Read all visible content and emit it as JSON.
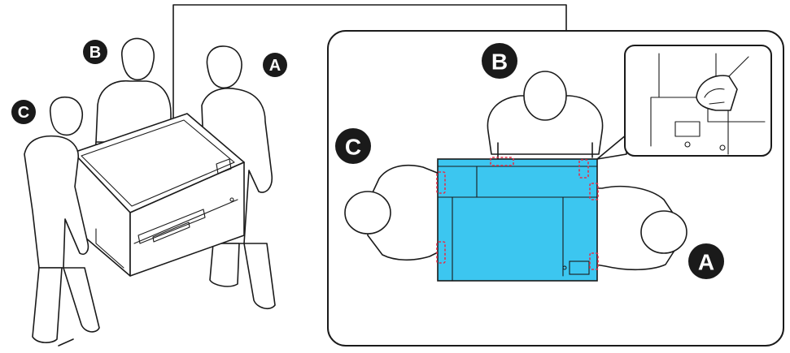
{
  "colors": {
    "printer_top": "#3cc6f0",
    "grip_marker": "#e0324b",
    "outline": "#1a1a1a",
    "badge": "#1a1a1a"
  },
  "left_scene": {
    "labels": {
      "person_a": "A",
      "person_b": "B",
      "person_c": "C"
    }
  },
  "top_view": {
    "labels": {
      "person_a": "A",
      "person_b": "B",
      "person_c": "C"
    }
  },
  "grip_points": [
    {
      "position": "top-rear-b"
    },
    {
      "position": "top-right-b"
    },
    {
      "position": "right-upper-a"
    },
    {
      "position": "right-lower-a"
    },
    {
      "position": "left-upper-c"
    },
    {
      "position": "left-lower-c"
    }
  ],
  "icons": {
    "badge": "letter-circle-badge",
    "detail": "handle-detail-inset"
  }
}
